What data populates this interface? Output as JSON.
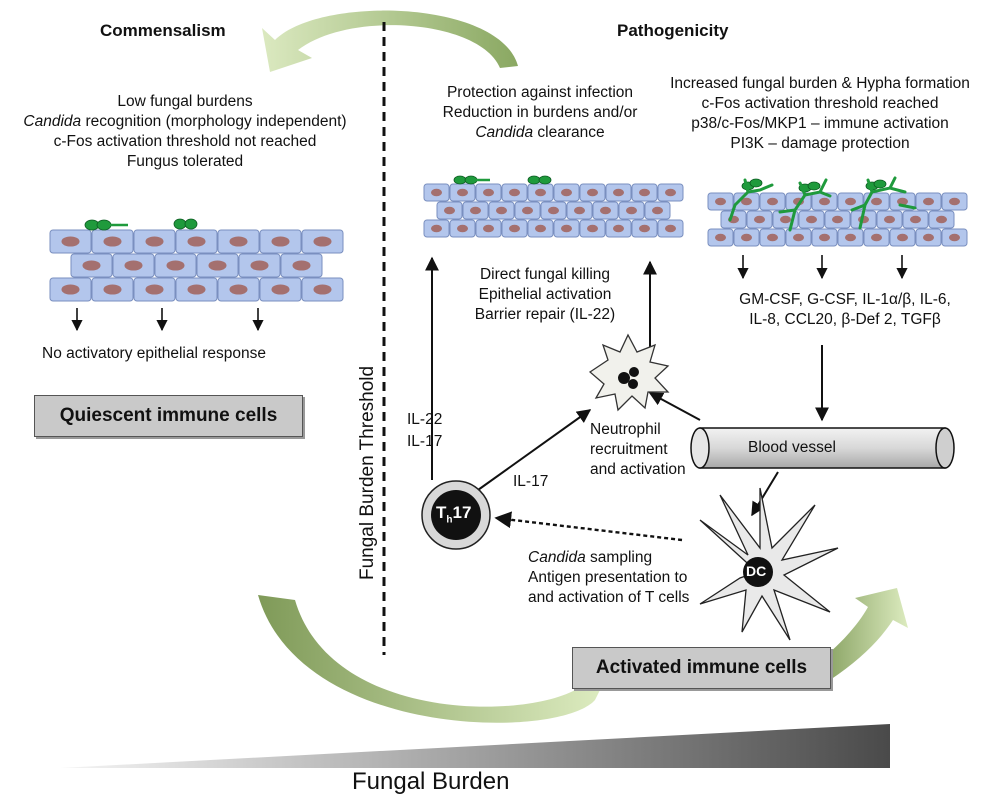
{
  "left": {
    "heading": "Commensalism",
    "lines": [
      {
        "italic": "",
        "rest": "Low fungal burdens"
      },
      {
        "italic": "Candida",
        "rest": " recognition (morphology independent)"
      },
      {
        "italic": "",
        "rest": "c-Fos activation threshold not reached"
      },
      {
        "italic": "",
        "rest": "Fungus tolerated"
      }
    ],
    "no_response": "No activatory epithelial response",
    "quiescent_label": "Quiescent immune cells"
  },
  "threshold_label": "Fungal Burden Threshold",
  "right": {
    "heading": "Pathogenicity",
    "protection_lines": [
      {
        "italic": "",
        "rest": "Protection against infection"
      },
      {
        "italic": "",
        "rest": "Reduction in burdens and/or"
      },
      {
        "italic": "Candida",
        "rest": " clearance"
      }
    ],
    "increased_lines": [
      "Increased fungal burden & Hypha formation",
      "c-Fos activation threshold reached",
      "p38/c-Fos/MKP1 – immune activation",
      "PI3K – damage protection"
    ],
    "cytokines": [
      "GM-CSF, G-CSF, IL-1α/β, IL-6,",
      "IL-8, CCL20, β-Def 2, TGFβ"
    ],
    "killing_lines": [
      "Direct fungal killing",
      "Epithelial activation",
      "Barrier repair (IL-22)"
    ],
    "il22": "IL-22",
    "il17a": "IL-17",
    "il17b": "IL-17",
    "neutrophil_lines": [
      "Neutrophil",
      "recruitment",
      "and activation"
    ],
    "blood_vessel": "Blood vessel",
    "th17_main": "T",
    "th17_sub": "h",
    "th17_num": "17",
    "dc_label": "DC",
    "sampling_lines": [
      {
        "italic": "Candida",
        "rest": " sampling"
      },
      {
        "italic": "",
        "rest": "Antigen presentation to"
      },
      {
        "italic": "",
        "rest": "and activation of T cells"
      }
    ],
    "activated_label": "Activated immune cells"
  },
  "bottom": {
    "fungal_burden": "Fungal Burden"
  },
  "colors": {
    "cell_fill": "#b3c6ec",
    "cell_stroke": "#7a8fbf",
    "nucleus": "#a4706f",
    "fungus": "#1f9a3c",
    "arc_dark": "#8fae68",
    "arc_light": "#d5e6b5",
    "box_fill": "#c9c9c9"
  }
}
